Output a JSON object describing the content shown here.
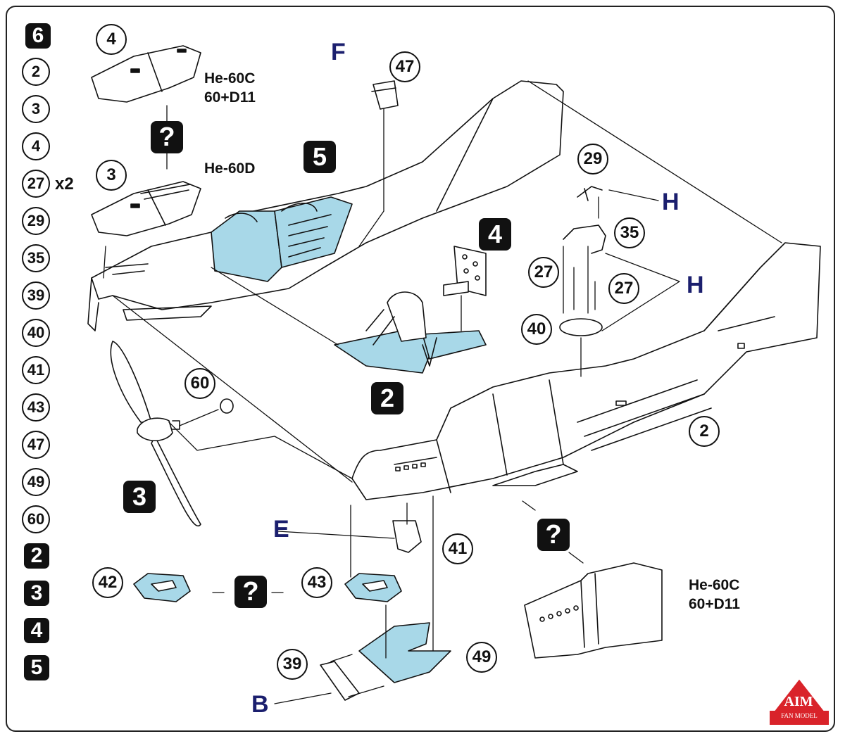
{
  "parts_column": {
    "step_badge_top": "6",
    "part_numbers": [
      "2",
      "3",
      "4",
      "27",
      "29",
      "35",
      "39",
      "40",
      "41",
      "43",
      "47",
      "49",
      "60"
    ],
    "qty_27": "x2",
    "step_badges_bottom": [
      "2",
      "3",
      "4",
      "5"
    ]
  },
  "variants": {
    "c_line1": "He-60C",
    "c_line2": "60+D11",
    "d_line1": "He-60D",
    "c2_line1": "He-60C",
    "c2_line2": "60+D11"
  },
  "question_mark": "?",
  "steps": {
    "s2": "2",
    "s3": "3",
    "s4": "4",
    "s5": "5"
  },
  "callouts": {
    "p4": "4",
    "p3": "3",
    "p47": "47",
    "p29": "29",
    "p35": "35",
    "p27a": "27",
    "p27b": "27",
    "p40": "40",
    "p60": "60",
    "p2": "2",
    "p41": "41",
    "p42": "42",
    "p43": "43",
    "p39": "39",
    "p49": "49"
  },
  "letters": {
    "F": "F",
    "H1": "H",
    "H2": "H",
    "E": "E",
    "B": "B"
  },
  "logo": {
    "brand": "AIM",
    "sub": "FAN MODEL"
  },
  "colors": {
    "detail_blue": "#a8d8e8",
    "ink": "#111111",
    "letter_blue": "#1b1f6e",
    "logo_red": "#d9232a"
  }
}
